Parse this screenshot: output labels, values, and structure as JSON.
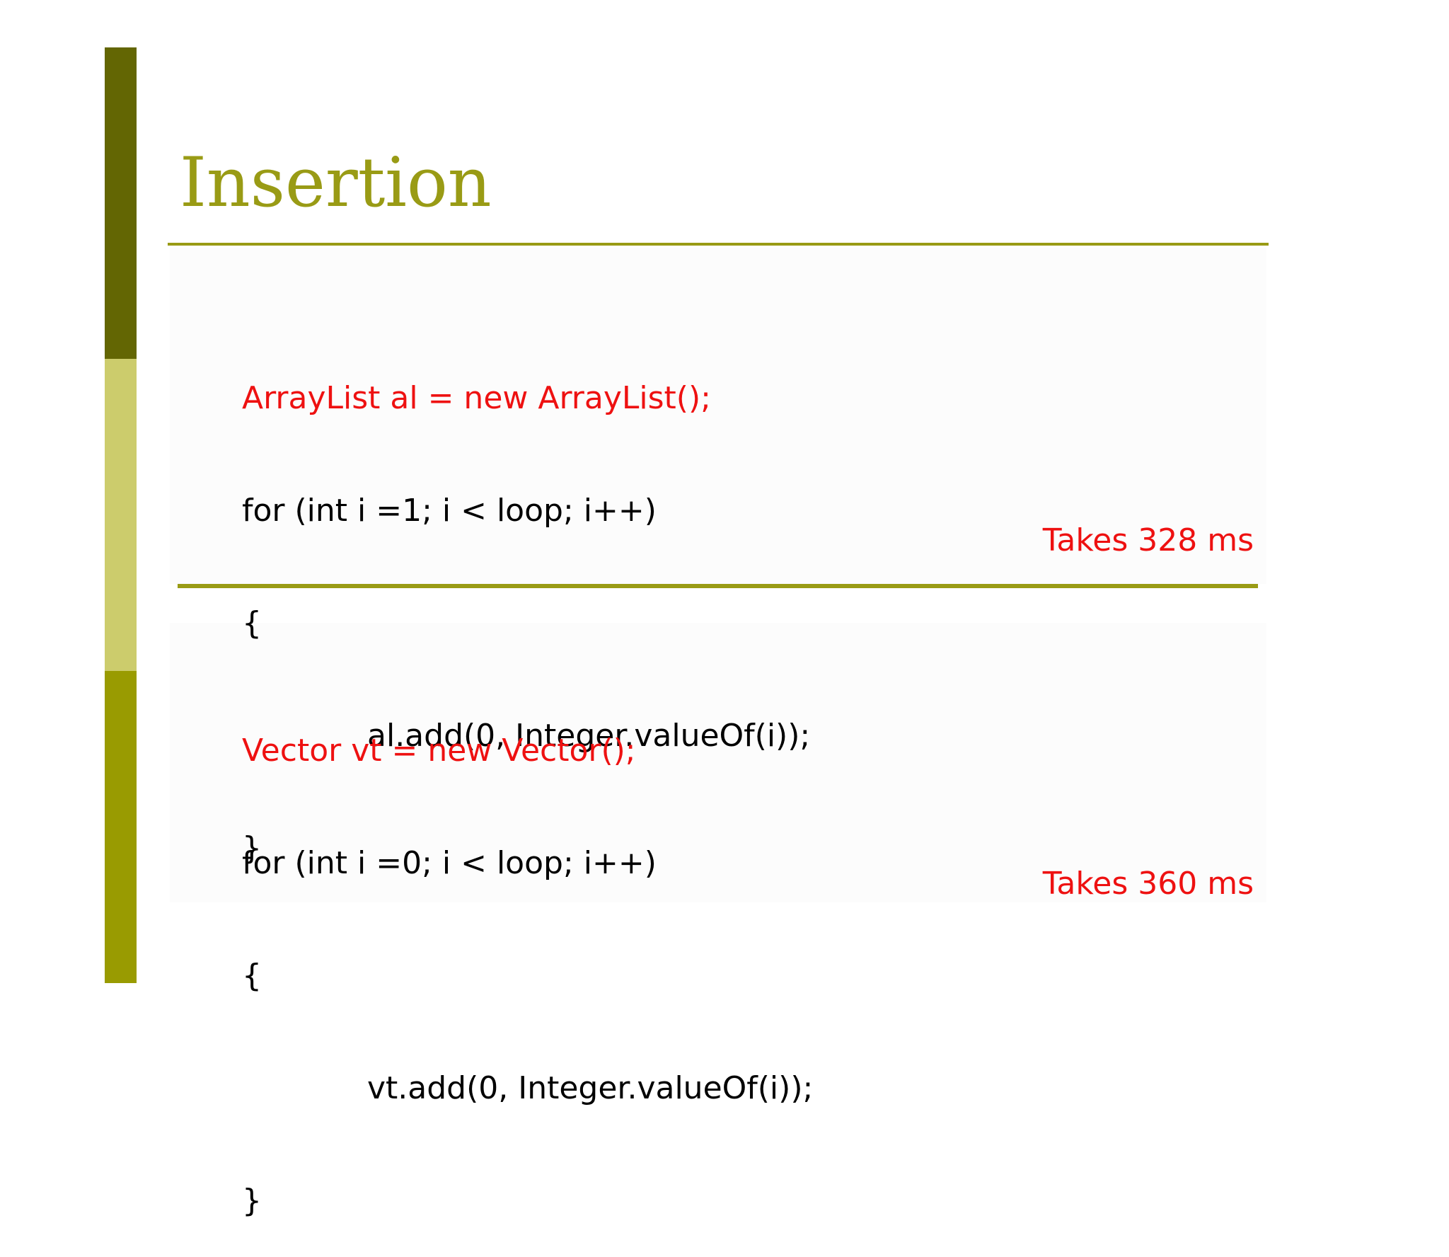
{
  "slide": {
    "title": "Insertion",
    "colors": {
      "title": "#999b15",
      "rule": "#999b15",
      "highlight_text": "#ee1111",
      "bar_dark": "#636603",
      "bar_light": "#cccc6c",
      "bar_olive": "#999b01"
    }
  },
  "blocks": [
    {
      "declaration": "ArrayList al = new ArrayList();",
      "loop": "for (int i =1; i < loop; i++)",
      "open_brace": "{",
      "body": "al.add(0, Integer.valueOf(i));",
      "close_brace": "}",
      "timing": "Takes 328 ms"
    },
    {
      "declaration": "Vector vt = new Vector();",
      "loop": "for (int i =0; i < loop; i++)",
      "open_brace": "{",
      "body": "vt.add(0, Integer.valueOf(i));",
      "close_brace": "}",
      "timing": "Takes 360 ms"
    }
  ]
}
